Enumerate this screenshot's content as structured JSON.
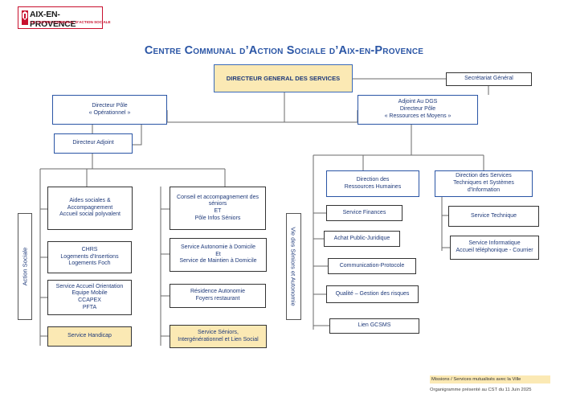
{
  "logo": {
    "name": "AIX-EN-PROVENCE",
    "subtitle": "LE CENTRE COMMUNAL D'ACTION SOCIALE",
    "brand_color": "#c8102e"
  },
  "title": "Centre Communal d’Action Sociale d’Aix-en-Provence",
  "colors": {
    "box_border": "#2a55a5",
    "shared_fill": "#fbe9b4",
    "connector": "#6a6a6a"
  },
  "boxes": {
    "dgs": {
      "lines": [
        "DIRECTEUR GENERAL DES SERVICES"
      ]
    },
    "secretariat": {
      "lines": [
        "Secrétariat Général"
      ]
    },
    "dir_operationnel": {
      "lines": [
        "Directeur Pôle",
        "« Opérationnel »"
      ]
    },
    "adjoint_dgs": {
      "lines": [
        "Adjoint Au DGS",
        "Directeur Pôle",
        "« Ressources et Moyens »"
      ]
    },
    "dir_adjoint": {
      "lines": [
        "Directeur Adjoint"
      ]
    },
    "rh": {
      "lines": [
        "Direction des",
        "Ressources Humaines"
      ]
    },
    "dsi": {
      "lines": [
        "Direction des Services",
        "Techniques et Systèmes",
        "d'Information"
      ]
    },
    "aides": {
      "lines": [
        "Aides sociales &",
        "Accompagnement",
        "Accueil social polyvalent"
      ]
    },
    "conseil": {
      "lines": [
        "Conseil et accompagnement des",
        "séniors",
        "ET",
        "Pôle Infos Séniors"
      ]
    },
    "chrs": {
      "lines": [
        "CHRS",
        "Logements d'Insertions",
        "Logements Foch"
      ]
    },
    "sad": {
      "lines": [
        "Service Autonomie à Domicile",
        "Et",
        "Service de Maintien à Domicile"
      ]
    },
    "sao": {
      "lines": [
        "Service Accueil Orientation",
        "Equipe Mobile",
        "CCAPEX",
        "PFTA"
      ]
    },
    "residence": {
      "lines": [
        "Résidence Autonomie",
        "Foyers restaurant"
      ]
    },
    "handicap": {
      "lines": [
        "Service Handicap"
      ]
    },
    "seniors": {
      "lines": [
        "Service Séniors,",
        "Intergénérationnel et Lien Social"
      ]
    },
    "finances": {
      "lines": [
        "Service Finances"
      ]
    },
    "achat": {
      "lines": [
        "Achat Public-Juridique"
      ]
    },
    "communication": {
      "lines": [
        "Communication-Protocole"
      ]
    },
    "qualite": {
      "lines": [
        "Qualité – Gestion des risques"
      ]
    },
    "lien": {
      "lines": [
        "Lien GCSMS"
      ]
    },
    "technique": {
      "lines": [
        "Service Technique"
      ]
    },
    "informatique": {
      "lines": [
        "Service Informatique",
        "Accueil téléphonique - Courrier"
      ]
    }
  },
  "side_labels": {
    "action_sociale": "Action Sociale",
    "vie_seniors": "Vie des Séniors et Autonomie"
  },
  "legend": {
    "shared": "Missions / Services mutualisés avec la Ville"
  },
  "footnote": "Organigramme présenté au CST du 11 Juin 2025"
}
